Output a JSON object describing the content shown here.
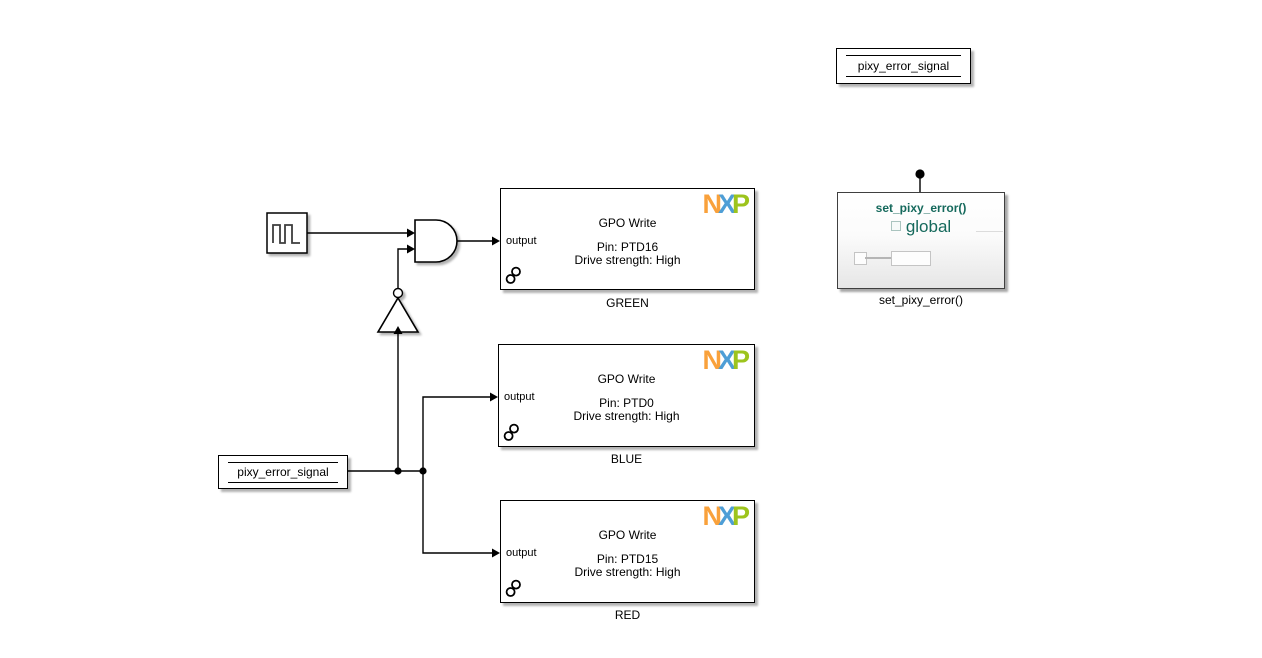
{
  "diagram": {
    "background": "#ffffff",
    "wire_color": "#000000",
    "accent_teal": "#15695C"
  },
  "blocks": {
    "data_store_memory": {
      "label": "pixy_error_signal"
    },
    "data_store_read": {
      "label": "pixy_error_signal"
    },
    "gpo_green": {
      "title": "GPO Write",
      "pin": "Pin: PTD16",
      "drive": "Drive strength: High",
      "port_label": "output",
      "block_name": "GREEN"
    },
    "gpo_blue": {
      "title": "GPO Write",
      "pin": "Pin: PTD0",
      "drive": "Drive strength: High",
      "port_label": "output",
      "block_name": "BLUE"
    },
    "gpo_red": {
      "title": "GPO Write",
      "pin": "Pin: PTD15",
      "drive": "Drive strength: High",
      "port_label": "output",
      "block_name": "RED"
    },
    "simulink_function": {
      "signature": "set_pixy_error()",
      "scope": "global",
      "block_name": "set_pixy_error()"
    }
  },
  "icons": {
    "pulse_generator": "pulse-wave-icon",
    "and_gate": "and-gate-shape",
    "not_gate": "not-gate-shape",
    "library_link": "link-icon",
    "nxp_logo": "nxp-logo"
  },
  "logo": {
    "letter_n": "N",
    "letter_x": "X",
    "letter_p": "P",
    "color_n": "#F9A13B",
    "color_x": "#4E9ED6",
    "color_p": "#9DC41D"
  }
}
